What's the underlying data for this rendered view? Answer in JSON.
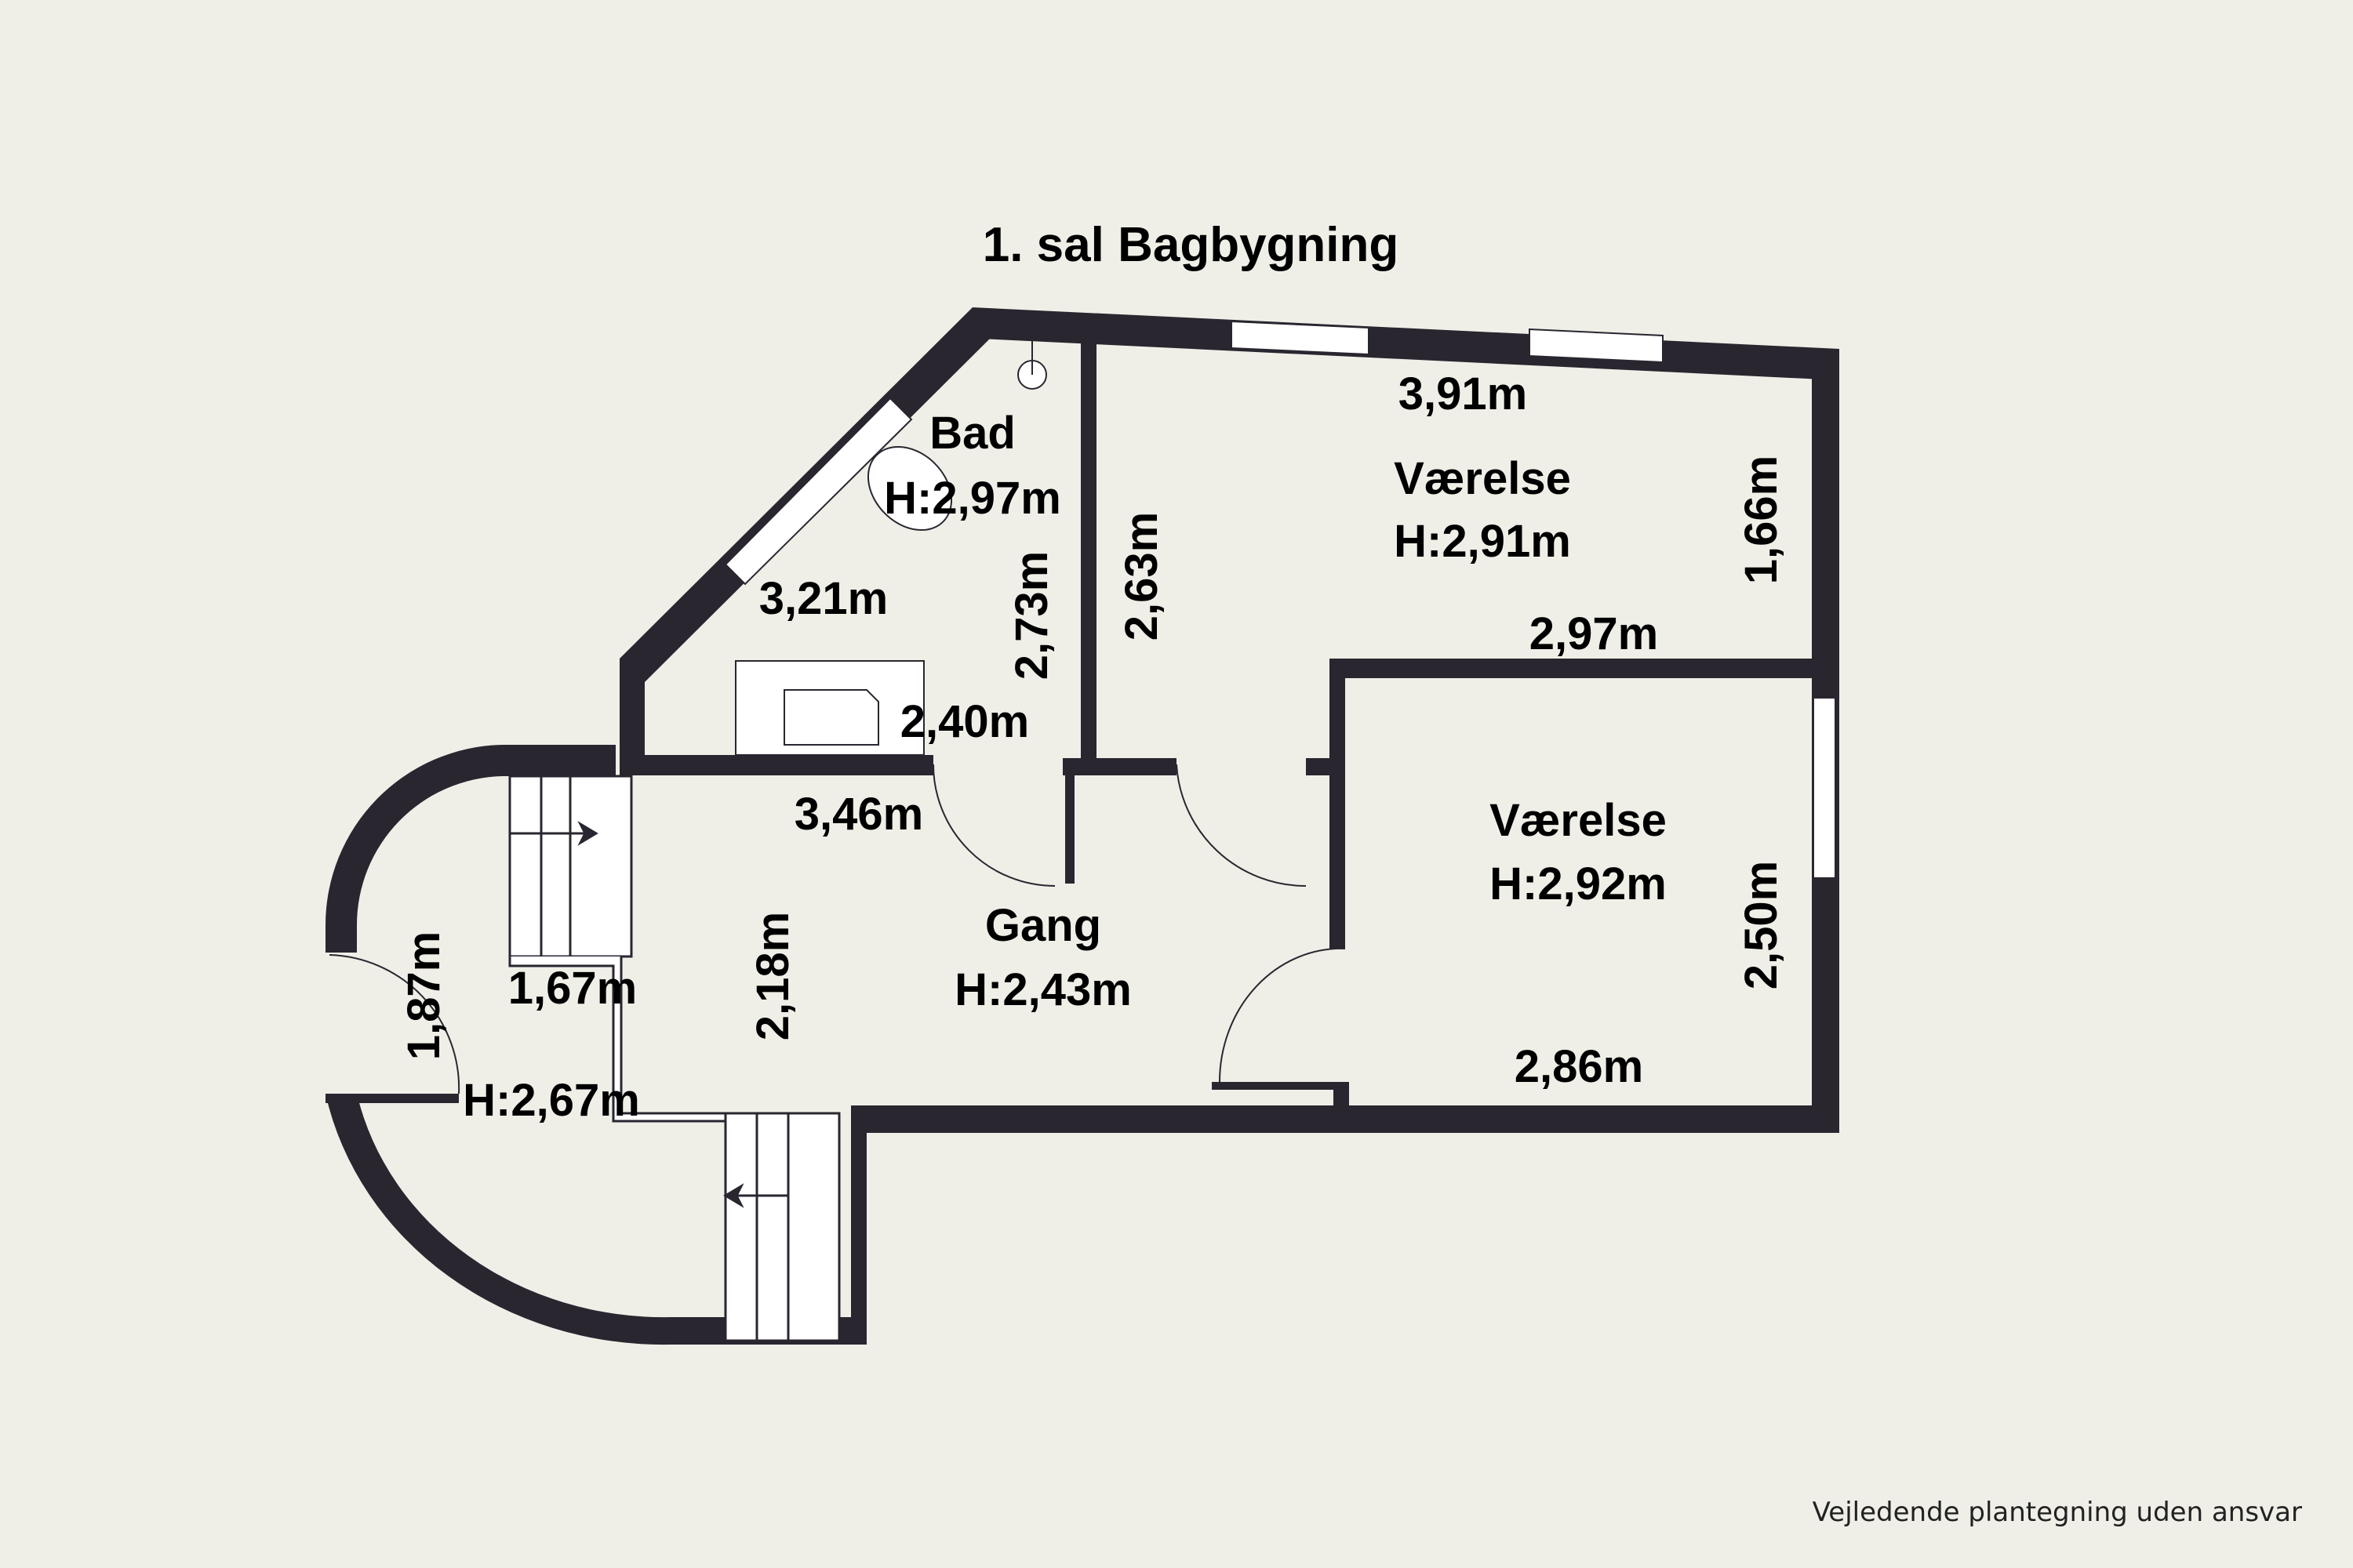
{
  "title": "1. sal Bagbygning",
  "disclaimer": "Vejledende plantegning uden ansvar",
  "colors": {
    "background": "#efefe7",
    "wall": "#2a2630",
    "fixture": "#ffffff"
  },
  "rooms": {
    "bad": {
      "name": "Bad",
      "height": "H:2,97m"
    },
    "vaerelse1": {
      "name": "Værelse",
      "height": "H:2,91m"
    },
    "vaerelse2": {
      "name": "Værelse",
      "height": "H:2,92m"
    },
    "gang": {
      "name": "Gang",
      "height": "H:2,43m"
    },
    "stair_hall": {
      "height": "H:2,67m"
    }
  },
  "dimensions": {
    "bad_diag": "3,21m",
    "bad_right": "2,73m",
    "bad_bottom": "2,40m",
    "v1_top": "3,91m",
    "v1_left": "2,63m",
    "v1_right": "1,66m",
    "v1_bottom": "2,97m",
    "v2_right": "2,50m",
    "v2_bottom": "2,86m",
    "gang_top": "3,46m",
    "gang_left": "2,18m",
    "stair_top": "1,67m",
    "stair_left": "1,87m"
  }
}
